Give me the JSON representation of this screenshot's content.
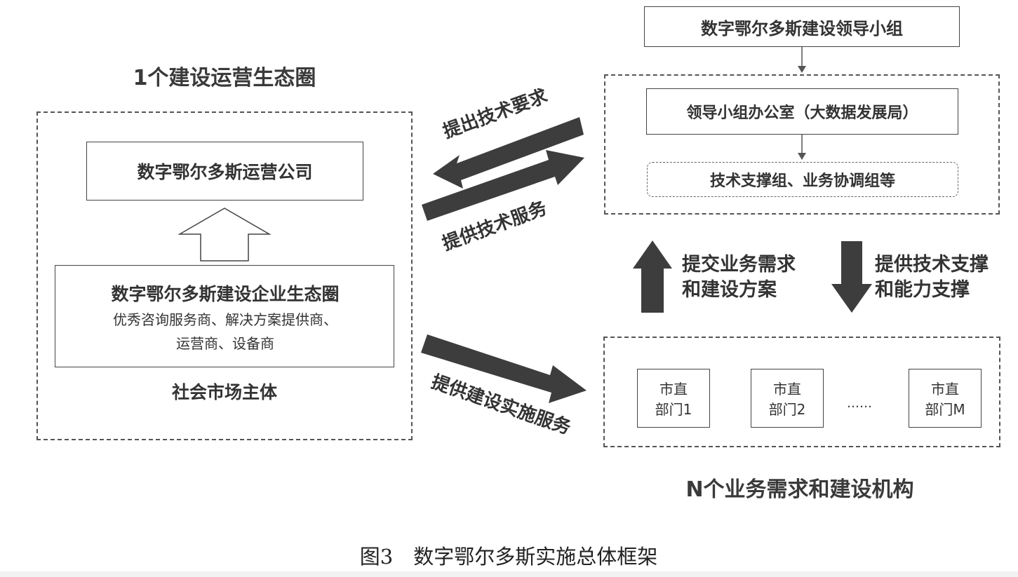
{
  "left": {
    "title": "1个建设运营生态圈",
    "company": "数字鄂尔多斯运营公司",
    "ecosystem": {
      "title": "数字鄂尔多斯建设企业生态圈",
      "line1": "优秀咨询服务商、解决方案提供商、",
      "line2": "运营商、设备商"
    },
    "market": "社会市场主体"
  },
  "right": {
    "leader_group": "数字鄂尔多斯建设领导小组",
    "office": "领导小组办公室（大数据发展局）",
    "support_groups": "技术支撑组、业务协调组等",
    "departments": [
      {
        "line1": "市直",
        "line2": "部门1"
      },
      {
        "line1": "市直",
        "line2": "部门2"
      },
      {
        "line1": "市直",
        "line2": "部门M"
      }
    ],
    "ellipsis": "……",
    "bottom_title": "N个业务需求和建设机构"
  },
  "arrows": {
    "tech_requirements": "提出技术要求",
    "tech_services": "提供技术服务",
    "construction_services": "提供建设实施服务",
    "submit": {
      "line1": "提交业务需求",
      "line2": "和建设方案"
    },
    "support": {
      "line1": "提供技术支撑",
      "line2": "和能力支撑"
    }
  },
  "caption": "图3　数字鄂尔多斯实施总体框架",
  "colors": {
    "arrow": "#3d3d3d",
    "text": "#333333",
    "border": "#444444"
  }
}
